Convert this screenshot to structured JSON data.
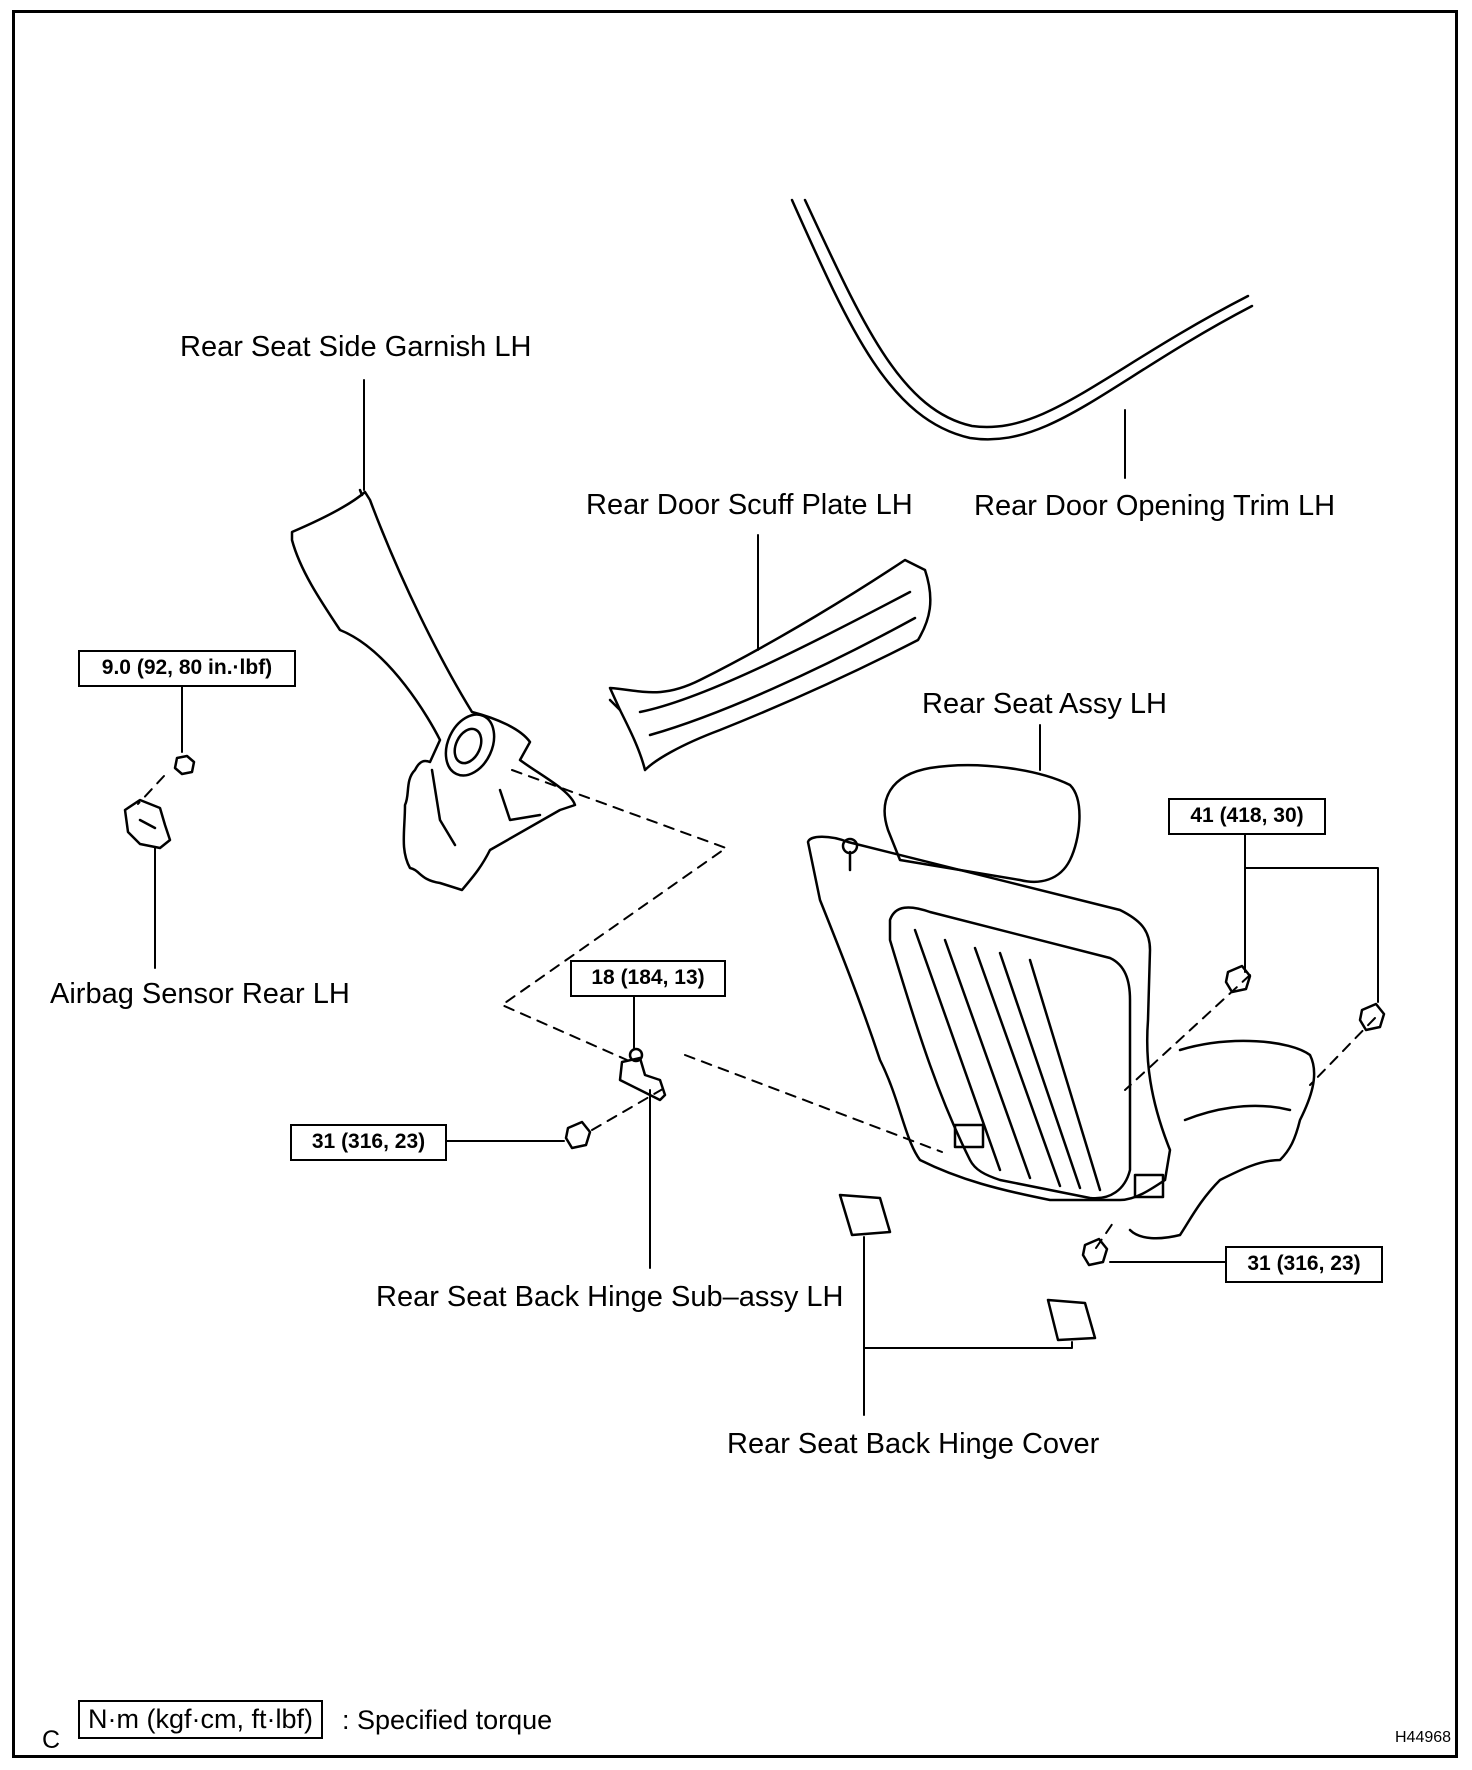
{
  "labels": {
    "rear_seat_side_garnish": "Rear Seat Side Garnish LH",
    "rear_door_scuff_plate": "Rear Door Scuff Plate LH",
    "rear_door_opening_trim": "Rear Door Opening Trim LH",
    "rear_seat_assy": "Rear Seat Assy LH",
    "airbag_sensor_rear": "Airbag Sensor Rear LH",
    "rear_seat_back_hinge_sub_assy": "Rear Seat Back Hinge Sub–assy LH",
    "rear_seat_back_hinge_cover": "Rear Seat Back Hinge Cover"
  },
  "torques": {
    "airbag_sensor_nut": "9.0 (92, 80 in.·lbf)",
    "seat_top_bolts": "41 (418, 30)",
    "hinge_nut": "18 (184, 13)",
    "hinge_bolt": "31 (316, 23)",
    "seat_lower_bolt": "31 (316, 23)"
  },
  "legend": {
    "corner_letter": "C",
    "unit_box": "N·m (kgf·cm, ft·lbf)",
    "description": ": Specified torque"
  },
  "figure_code": "H44968"
}
